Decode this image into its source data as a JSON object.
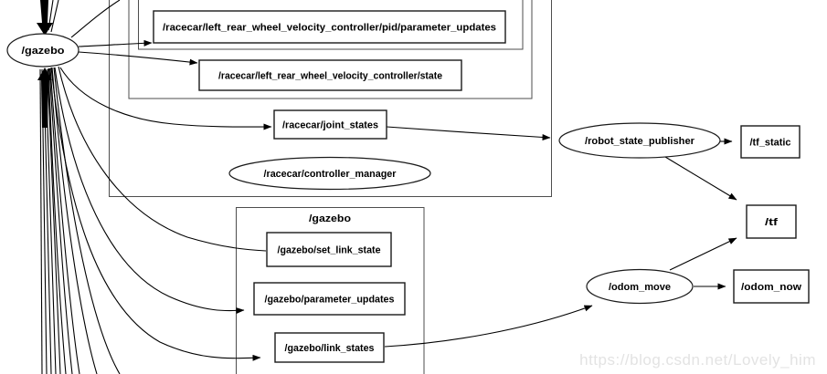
{
  "watermark": "https://blog.csdn.net/Lovely_him",
  "colors": {
    "background": "#ffffff",
    "edge": "#000000",
    "node_border": "#1a1a1a",
    "node_fill": "#ffffff",
    "cluster_border": "#4d4d4d",
    "text": "#000000",
    "watermark": "#e3e3e3"
  },
  "clusters": {
    "gazebo": {
      "label": "/gazebo"
    }
  },
  "nodes": {
    "gazebo": {
      "label": "/gazebo"
    },
    "pid_parameter_updates": {
      "label": "/racecar/left_rear_wheel_velocity_controller/pid/parameter_updates"
    },
    "controller_state": {
      "label": "/racecar/left_rear_wheel_velocity_controller/state"
    },
    "joint_states": {
      "label": "/racecar/joint_states"
    },
    "controller_manager": {
      "label": "/racecar/controller_manager"
    },
    "robot_state_publisher": {
      "label": "/robot_state_publisher"
    },
    "tf_static": {
      "label": "/tf_static"
    },
    "tf": {
      "label": "/tf"
    },
    "set_link_state": {
      "label": "/gazebo/set_link_state"
    },
    "gazebo_parameter_updates": {
      "label": "/gazebo/parameter_updates"
    },
    "link_states": {
      "label": "/gazebo/link_states"
    },
    "odom_move": {
      "label": "/odom_move"
    },
    "odom_now": {
      "label": "/odom_now"
    }
  }
}
